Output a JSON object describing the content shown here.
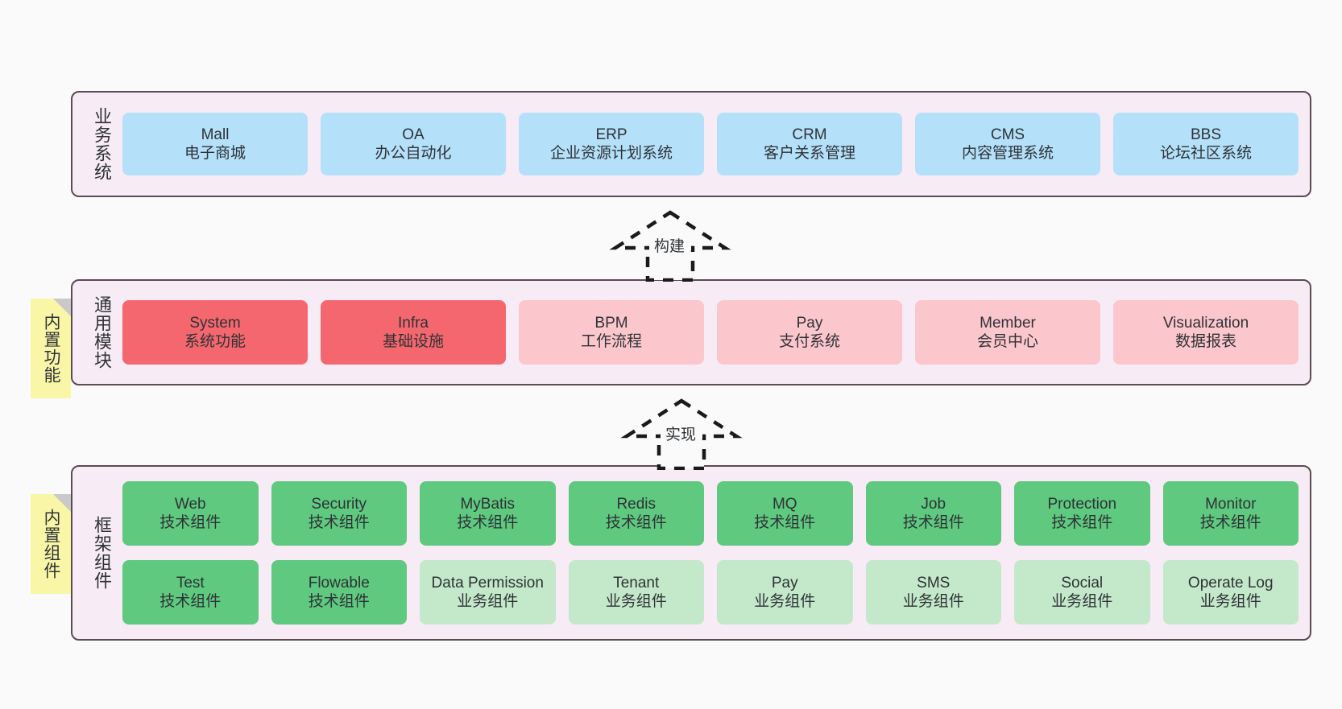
{
  "diagram": {
    "background_color": "#FAFAFA",
    "container_fill": "#F7EBF6",
    "container_border": "#5C4B51",
    "note_fill": "#FAF6A8",
    "fold_fill": "#C9C9C9"
  },
  "notes": [
    {
      "text": "内置功能"
    },
    {
      "text": "内置组件"
    }
  ],
  "connectors": [
    {
      "label": "构建",
      "style": "dashed-hollow-arrow",
      "direction": "up"
    },
    {
      "label": "实现",
      "style": "dashed-hollow-arrow",
      "direction": "up"
    }
  ],
  "layers": [
    {
      "label": "业务系统",
      "rows": [
        {
          "cards": [
            {
              "title": "Mall",
              "subtitle": "电子商城",
              "color": "#B4E0FA"
            },
            {
              "title": "OA",
              "subtitle": "办公自动化",
              "color": "#B4E0FA"
            },
            {
              "title": "ERP",
              "subtitle": "企业资源计划系统",
              "color": "#B4E0FA"
            },
            {
              "title": "CRM",
              "subtitle": "客户关系管理",
              "color": "#B4E0FA"
            },
            {
              "title": "CMS",
              "subtitle": "内容管理系统",
              "color": "#B4E0FA"
            },
            {
              "title": "BBS",
              "subtitle": "论坛社区系统",
              "color": "#B4E0FA"
            }
          ]
        }
      ]
    },
    {
      "label": "通用模块",
      "rows": [
        {
          "cards": [
            {
              "title": "System",
              "subtitle": "系统功能",
              "color": "#F5676E"
            },
            {
              "title": "Infra",
              "subtitle": "基础设施",
              "color": "#F5676E"
            },
            {
              "title": "BPM",
              "subtitle": "工作流程",
              "color": "#FCC6CD"
            },
            {
              "title": "Pay",
              "subtitle": "支付系统",
              "color": "#FCC6CD"
            },
            {
              "title": "Member",
              "subtitle": "会员中心",
              "color": "#FCC6CD"
            },
            {
              "title": "Visualization",
              "subtitle": "数据报表",
              "color": "#FCC6CD"
            }
          ]
        }
      ]
    },
    {
      "label": "框架组件",
      "rows": [
        {
          "cards": [
            {
              "title": "Web",
              "subtitle": "技术组件",
              "color": "#5FC97F"
            },
            {
              "title": "Security",
              "subtitle": "技术组件",
              "color": "#5FC97F"
            },
            {
              "title": "MyBatis",
              "subtitle": "技术组件",
              "color": "#5FC97F"
            },
            {
              "title": "Redis",
              "subtitle": "技术组件",
              "color": "#5FC97F"
            },
            {
              "title": "MQ",
              "subtitle": "技术组件",
              "color": "#5FC97F"
            },
            {
              "title": "Job",
              "subtitle": "技术组件",
              "color": "#5FC97F"
            },
            {
              "title": "Protection",
              "subtitle": "技术组件",
              "color": "#5FC97F"
            },
            {
              "title": "Monitor",
              "subtitle": "技术组件",
              "color": "#5FC97F"
            }
          ]
        },
        {
          "cards": [
            {
              "title": "Test",
              "subtitle": "技术组件",
              "color": "#5FC97F"
            },
            {
              "title": "Flowable",
              "subtitle": "技术组件",
              "color": "#5FC97F"
            },
            {
              "title": "Data Permission",
              "subtitle": "业务组件",
              "color": "#C4E8CA"
            },
            {
              "title": "Tenant",
              "subtitle": "业务组件",
              "color": "#C4E8CA"
            },
            {
              "title": "Pay",
              "subtitle": "业务组件",
              "color": "#C4E8CA"
            },
            {
              "title": "SMS",
              "subtitle": "业务组件",
              "color": "#C4E8CA"
            },
            {
              "title": "Social",
              "subtitle": "业务组件",
              "color": "#C4E8CA"
            },
            {
              "title": "Operate Log",
              "subtitle": "业务组件",
              "color": "#C4E8CA"
            }
          ]
        }
      ]
    }
  ]
}
